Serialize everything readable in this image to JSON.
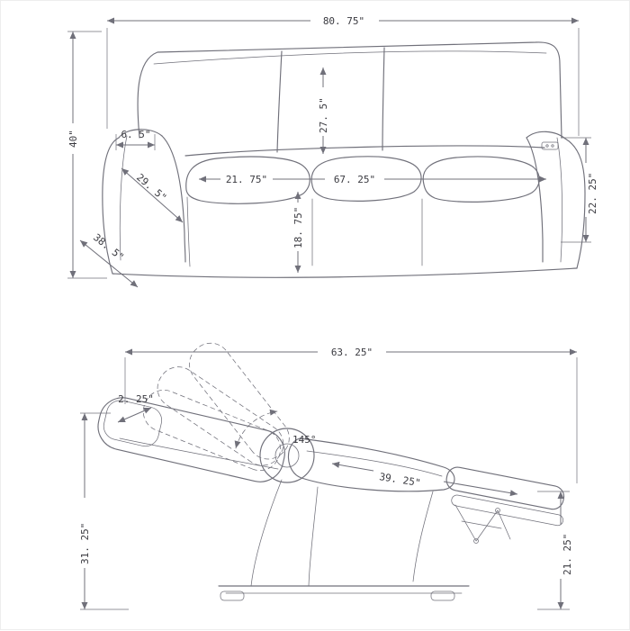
{
  "page": {
    "background": "#ffffff",
    "line_color": "#70707a",
    "text_color": "#3a3a40"
  },
  "sofa": {
    "dims": {
      "overall_width": "80. 75\"",
      "overall_height": "40\"",
      "arm_top_width": "6. 5\"",
      "back_cushion_height": "27. 5\"",
      "seat_cushion_depth": "21. 75\"",
      "interior_width": "67. 25\"",
      "arm_diagonal": "29. 5\"",
      "seat_height": "18. 75\"",
      "arm_height": "22. 25\"",
      "overall_depth": "38. 5\""
    }
  },
  "recliner": {
    "dims": {
      "reclined_length": "63. 25\"",
      "headrest_thickness": "2. 25\"",
      "recline_angle": "145°",
      "seat_footrest_length": "39. 25\"",
      "reclined_height": "31. 25\"",
      "footrest_height": "21. 25\""
    }
  }
}
